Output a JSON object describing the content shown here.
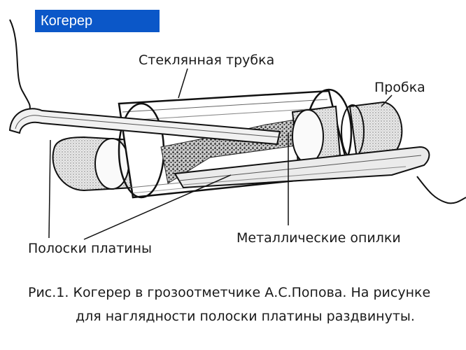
{
  "header": {
    "title": "Когерер"
  },
  "diagram": {
    "labels": {
      "glass_tube": "Стеклянная трубка",
      "plug": "Пробка",
      "platinum_strips": "Полоски платины",
      "metal_filings": "Металлические опилки"
    },
    "caption": {
      "line1": "Рис.1. Когерер в грозоотметчике А.С.Попова. На рисунке",
      "line2": "для наглядности полоски платины раздвинуты."
    }
  }
}
